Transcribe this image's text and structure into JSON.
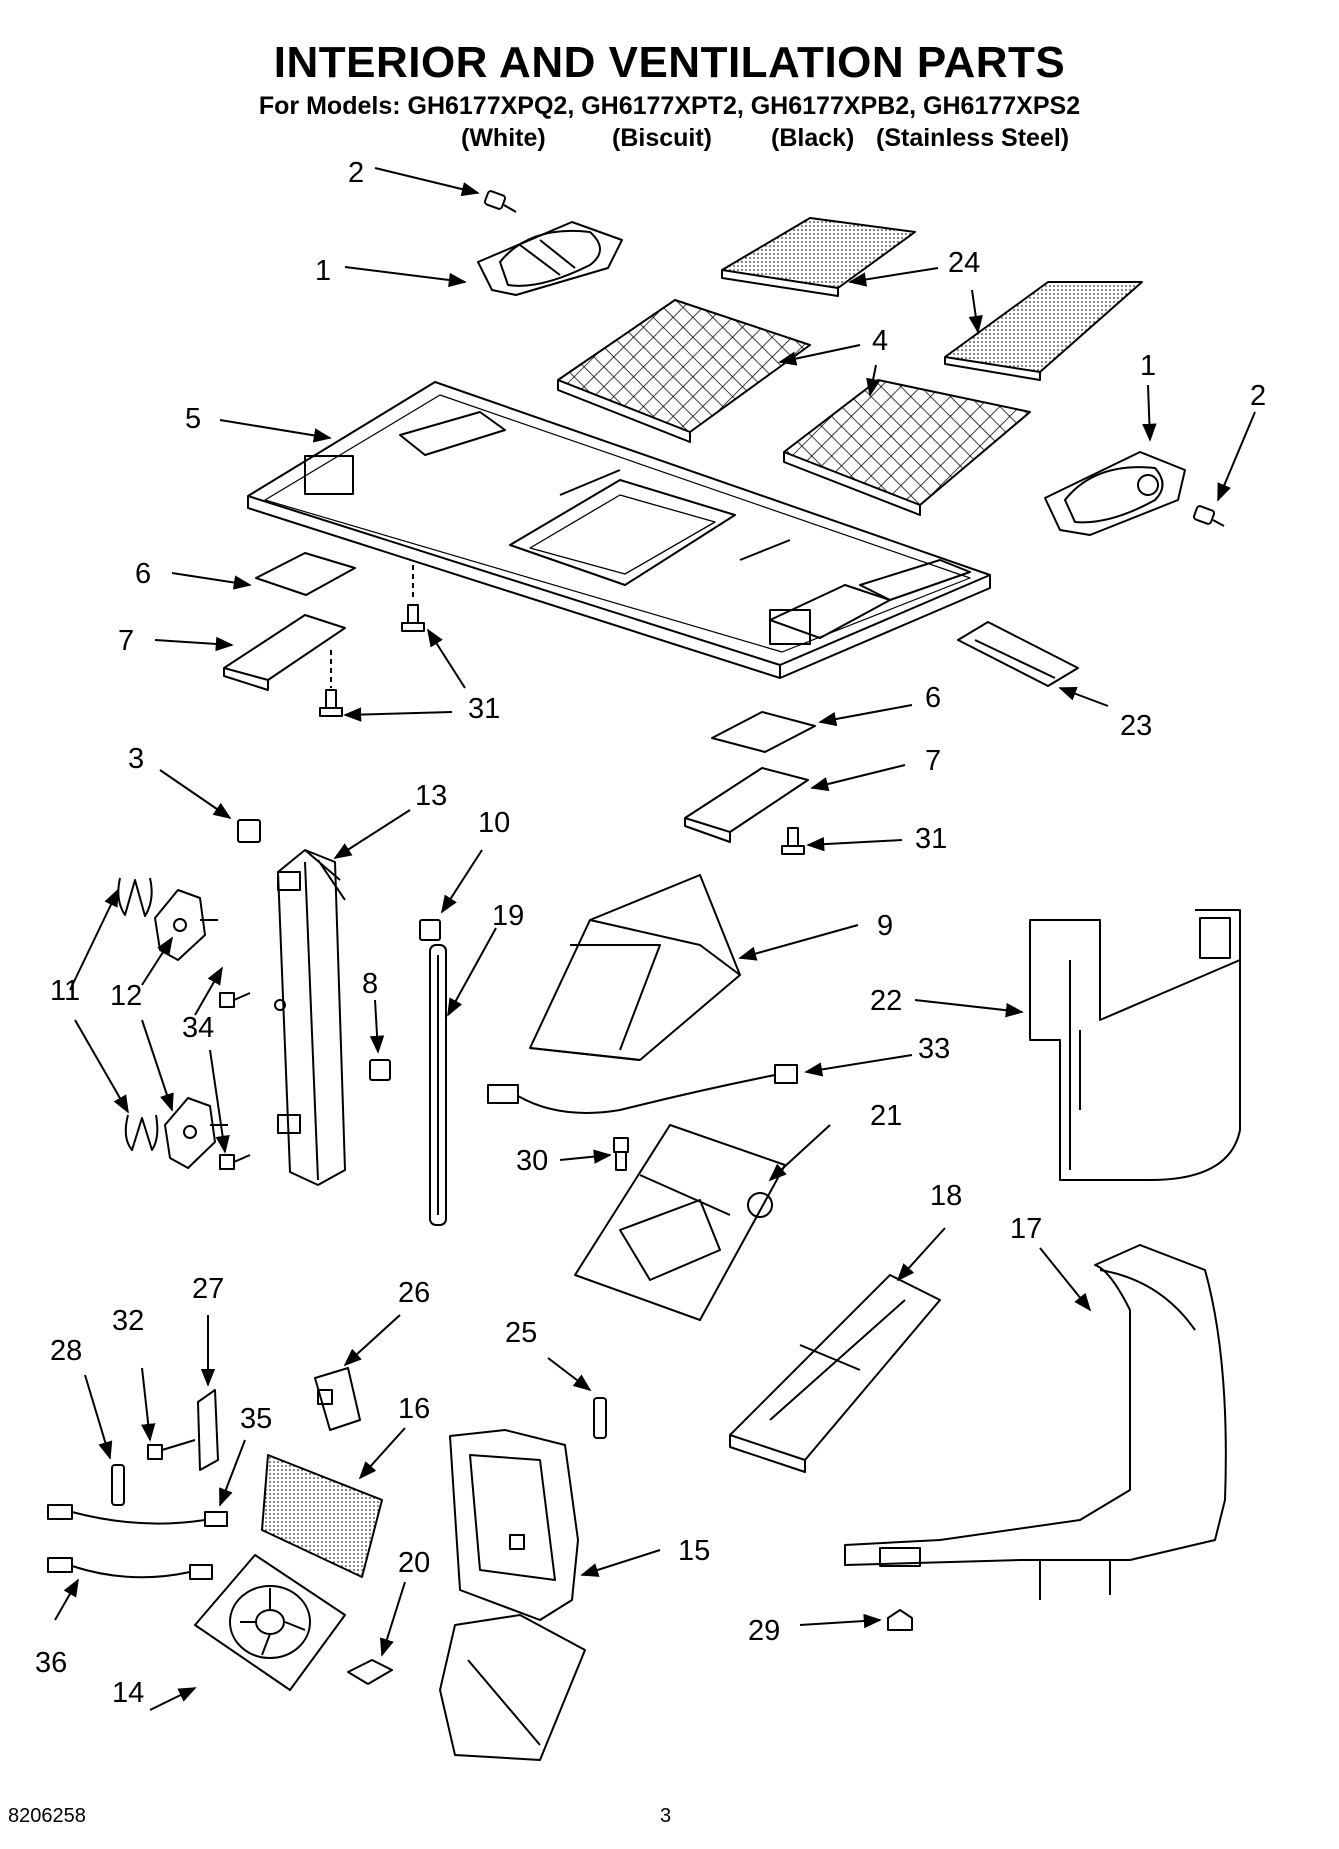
{
  "header": {
    "title": "INTERIOR AND VENTILATION PARTS",
    "models_line": "For Models: GH6177XPQ2, GH6177XPT2, GH6177XPB2, GH6177XPS2",
    "variants": [
      "(White)",
      "(Biscuit)",
      "(Black)",
      "(Stainless Steel)"
    ]
  },
  "callouts": [
    {
      "id": "c2a",
      "label": "2"
    },
    {
      "id": "c1a",
      "label": "1"
    },
    {
      "id": "c24",
      "label": "24"
    },
    {
      "id": "c4",
      "label": "4"
    },
    {
      "id": "c1b",
      "label": "1"
    },
    {
      "id": "c2b",
      "label": "2"
    },
    {
      "id": "c5",
      "label": "5"
    },
    {
      "id": "c6a",
      "label": "6"
    },
    {
      "id": "c7a",
      "label": "7"
    },
    {
      "id": "c31a",
      "label": "31"
    },
    {
      "id": "c6b",
      "label": "6"
    },
    {
      "id": "c7b",
      "label": "7"
    },
    {
      "id": "c23",
      "label": "23"
    },
    {
      "id": "c31b",
      "label": "31"
    },
    {
      "id": "c3",
      "label": "3"
    },
    {
      "id": "c13",
      "label": "13"
    },
    {
      "id": "c10",
      "label": "10"
    },
    {
      "id": "c19",
      "label": "19"
    },
    {
      "id": "c9",
      "label": "9"
    },
    {
      "id": "c8",
      "label": "8"
    },
    {
      "id": "c11",
      "label": "11"
    },
    {
      "id": "c12",
      "label": "12"
    },
    {
      "id": "c34",
      "label": "34"
    },
    {
      "id": "c22",
      "label": "22"
    },
    {
      "id": "c33",
      "label": "33"
    },
    {
      "id": "c21",
      "label": "21"
    },
    {
      "id": "c30",
      "label": "30"
    },
    {
      "id": "c18",
      "label": "18"
    },
    {
      "id": "c17",
      "label": "17"
    },
    {
      "id": "c27",
      "label": "27"
    },
    {
      "id": "c26",
      "label": "26"
    },
    {
      "id": "c32",
      "label": "32"
    },
    {
      "id": "c28",
      "label": "28"
    },
    {
      "id": "c25",
      "label": "25"
    },
    {
      "id": "c35",
      "label": "35"
    },
    {
      "id": "c16",
      "label": "16"
    },
    {
      "id": "c20",
      "label": "20"
    },
    {
      "id": "c15",
      "label": "15"
    },
    {
      "id": "c36",
      "label": "36"
    },
    {
      "id": "c14",
      "label": "14"
    },
    {
      "id": "c29",
      "label": "29"
    }
  ],
  "footer": {
    "doc_number": "8206258",
    "page_number": "3"
  }
}
